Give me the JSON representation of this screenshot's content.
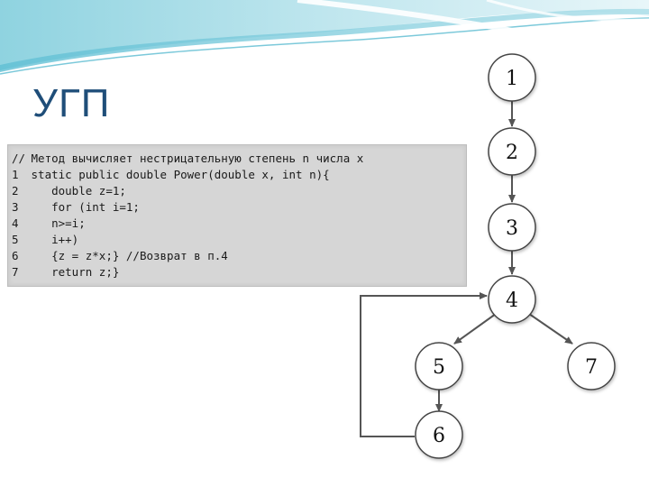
{
  "slide": {
    "title": "УГП"
  },
  "code": {
    "lines": [
      {
        "num": "//",
        "text": "Метод вычисляет нестрицательную степень n числа x"
      },
      {
        "num": "1",
        "text": "static public double Power(double x, int n){"
      },
      {
        "num": "2",
        "text": "   double z=1;"
      },
      {
        "num": "3",
        "text": "   for (int i=1;"
      },
      {
        "num": "4",
        "text": "   n>=i;"
      },
      {
        "num": "5",
        "text": "   i++)"
      },
      {
        "num": "6",
        "text": "   {z = z*x;} //Возврат в п.4"
      },
      {
        "num": "7",
        "text": "   return z;}"
      }
    ]
  },
  "graph": {
    "nodes": [
      {
        "id": "1",
        "label": "1"
      },
      {
        "id": "2",
        "label": "2"
      },
      {
        "id": "3",
        "label": "3"
      },
      {
        "id": "4",
        "label": "4"
      },
      {
        "id": "5",
        "label": "5"
      },
      {
        "id": "6",
        "label": "6"
      },
      {
        "id": "7",
        "label": "7"
      }
    ],
    "edges": [
      {
        "from": "1",
        "to": "2"
      },
      {
        "from": "2",
        "to": "3"
      },
      {
        "from": "3",
        "to": "4"
      },
      {
        "from": "4",
        "to": "5"
      },
      {
        "from": "4",
        "to": "7"
      },
      {
        "from": "5",
        "to": "6"
      },
      {
        "from": "6",
        "to": "4"
      }
    ],
    "colors": {
      "node_stroke": "#444444",
      "edge": "#555555"
    }
  }
}
